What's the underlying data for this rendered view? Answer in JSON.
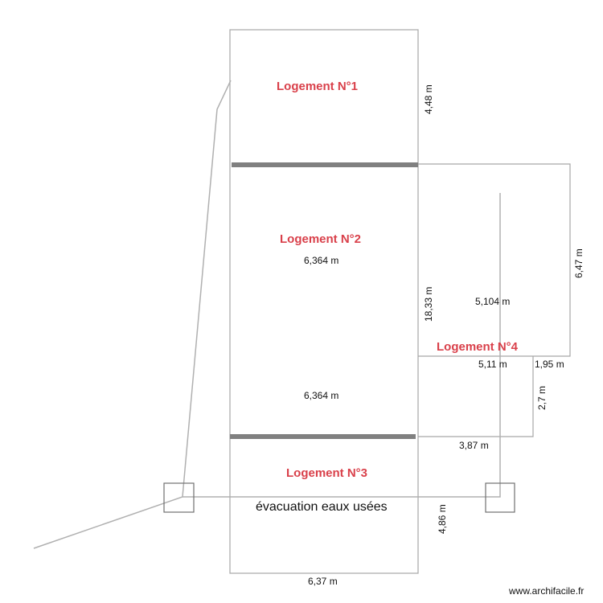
{
  "colors": {
    "room_label": "#d9404a",
    "wall": "#a6a6a6",
    "thick_wall": "#808080",
    "pipe": "#b0b0b0",
    "box": "#707070",
    "text": "#111111"
  },
  "rooms": [
    {
      "label": "Logement N°1"
    },
    {
      "label": "Logement N°2"
    },
    {
      "label": "Logement N°3"
    },
    {
      "label": "Logement N°4"
    }
  ],
  "dimensions": {
    "room1_height": "4,48 m",
    "room2_top_width": "6,364 m",
    "room2_bottom_width": "6,364 m",
    "total_height": "18,33 m",
    "annex_width_upper": "5,104 m",
    "annex_height": "6,47 m",
    "annex_bottom_width": "5,11 m",
    "annex_step": "1,95 m",
    "annex_lower_height": "2,7 m",
    "annex_lower_width": "3,87 m",
    "room3_height": "4,86 m",
    "room3_width": "6,37 m"
  },
  "annotations": {
    "drain": "évacuation eaux usées"
  },
  "watermark": "www.archifacile.fr"
}
